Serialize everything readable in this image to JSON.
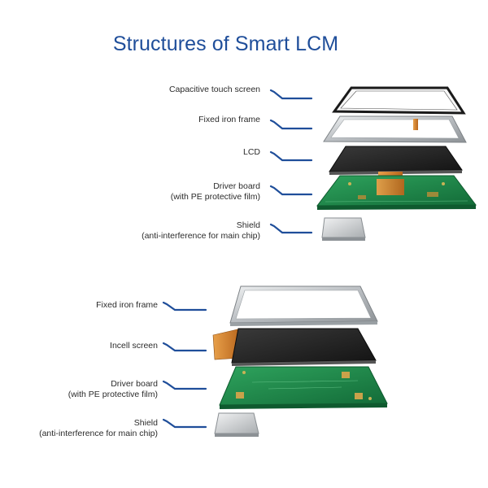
{
  "title": "Structures of Smart LCM",
  "colors": {
    "title": "#1f4e9a",
    "leader_line": "#1f4e9a",
    "pcb_green": "#1f8a4c",
    "frame_metal": "#c9cccf",
    "panel_black": "#222222",
    "shield_silver": "#d5d8da",
    "fpc_orange": "#d9852e"
  },
  "diagram_top": {
    "layers": [
      {
        "name": "Capacitive touch screen",
        "sub": ""
      },
      {
        "name": "Fixed iron frame",
        "sub": ""
      },
      {
        "name": "LCD",
        "sub": ""
      },
      {
        "name": "Driver board",
        "sub": "(with PE protective film)"
      },
      {
        "name": "Shield",
        "sub": "(anti-interference for main chip)"
      }
    ]
  },
  "diagram_bottom": {
    "layers": [
      {
        "name": "Fixed iron frame",
        "sub": ""
      },
      {
        "name": "Incell screen",
        "sub": ""
      },
      {
        "name": "Driver board",
        "sub": "(with PE protective film)"
      },
      {
        "name": "Shield",
        "sub": "(anti-interference for main chip)"
      }
    ]
  }
}
